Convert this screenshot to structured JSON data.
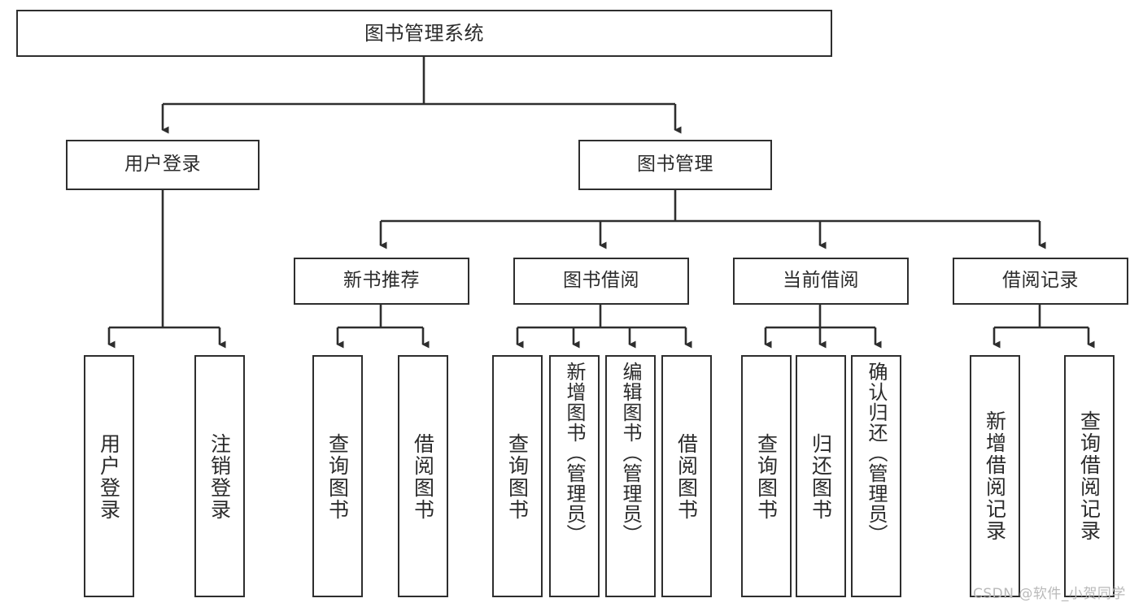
{
  "diagram": {
    "title": "图书管理系统",
    "type": "tree-hierarchy-chart",
    "root": {
      "id": "root",
      "label": "图书管理系统"
    },
    "level1": [
      {
        "id": "user-login",
        "label": "用户登录"
      },
      {
        "id": "book-manage",
        "label": "图书管理"
      }
    ],
    "level2": [
      {
        "id": "new-book-rec",
        "label": "新书推荐",
        "parent": "book-manage"
      },
      {
        "id": "book-borrow",
        "label": "图书借阅",
        "parent": "book-manage"
      },
      {
        "id": "current-borrow",
        "label": "当前借阅",
        "parent": "book-manage"
      },
      {
        "id": "borrow-record",
        "label": "借阅记录",
        "parent": "book-manage"
      }
    ],
    "leaves": [
      {
        "id": "leaf-user-login",
        "label": "用户登录",
        "parent": "user-login"
      },
      {
        "id": "leaf-logout-login",
        "label": "注销登录",
        "parent": "user-login"
      },
      {
        "id": "leaf-query-book-1",
        "label": "查询图书",
        "parent": "new-book-rec"
      },
      {
        "id": "leaf-borrow-book-1",
        "label": "借阅图书",
        "parent": "new-book-rec"
      },
      {
        "id": "leaf-query-book-2",
        "label": "查询图书",
        "parent": "book-borrow"
      },
      {
        "id": "leaf-add-book",
        "label": "新增图书（管理员）",
        "parent": "book-borrow"
      },
      {
        "id": "leaf-edit-book",
        "label": "编辑图书（管理员）",
        "parent": "book-borrow"
      },
      {
        "id": "leaf-borrow-book-2",
        "label": "借阅图书",
        "parent": "book-borrow"
      },
      {
        "id": "leaf-query-book-3",
        "label": "查询图书",
        "parent": "current-borrow"
      },
      {
        "id": "leaf-return-book",
        "label": "归还图书",
        "parent": "current-borrow"
      },
      {
        "id": "leaf-confirm-return",
        "label": "确认归还（管理员）",
        "parent": "current-borrow"
      },
      {
        "id": "leaf-add-record",
        "label": "新增借阅记录",
        "parent": "borrow-record"
      },
      {
        "id": "leaf-query-record",
        "label": "查询借阅记录",
        "parent": "borrow-record"
      }
    ]
  },
  "watermark": {
    "text": "CSDN @软件_小贺同学"
  },
  "colors": {
    "box_border": "#2e2e2e",
    "box_fill": "#ffffff",
    "edge": "#2e2e2e",
    "text": "#2b2b2b",
    "watermark": "#b9b9b9",
    "background": "#ffffff"
  }
}
